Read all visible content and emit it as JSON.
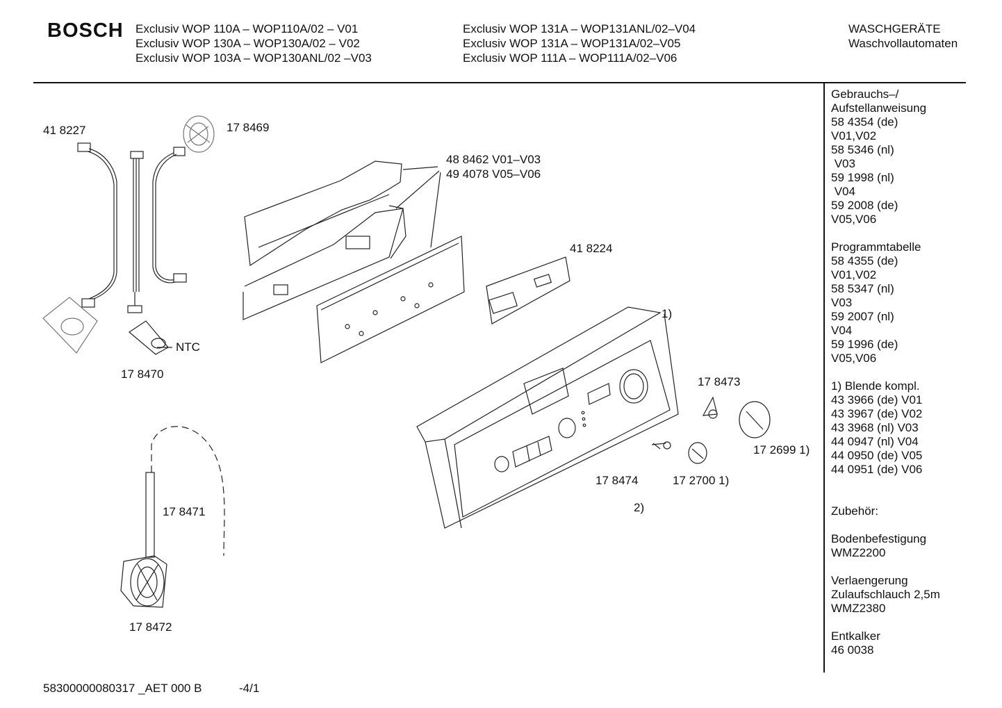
{
  "header": {
    "brand": "BOSCH",
    "models_col1": [
      "Exclusiv WOP 110A – WOP110A/02 – V01",
      "Exclusiv WOP 130A – WOP130A/02 – V02",
      "Exclusiv WOP 103A – WOP130ANL/02 –V03"
    ],
    "models_col2": [
      "Exclusiv WOP 131A – WOP131ANL/02–V04",
      "Exclusiv WOP 131A – WOP131A/02–V05",
      "Exclusiv WOP 111A – WOP111A/02–V06"
    ],
    "category": [
      "WASCHGERÄTE",
      "Waschvollautomaten"
    ]
  },
  "parts": {
    "p418227": "41 8227",
    "p178469": "17 8469",
    "p488462": "48 8462 V01–V03",
    "p494078": "49 4078 V05–V06",
    "p418224": "41 8224",
    "ntc": "NTC",
    "p178470": "17 8470",
    "note1": "1)",
    "p178473": "17 8473",
    "p172699": "17 2699 1)",
    "p178474": "17 8474",
    "p172700": "17 2700 1)",
    "note2": "2)",
    "p178471": "17 8471",
    "p178472": "17 8472"
  },
  "sidebar": {
    "gebrauch": [
      "Gebrauchs–/",
      "Aufstellanweisung",
      "58 4354 (de)",
      "V01,V02",
      "58 5346 (nl)",
      " V03",
      "59 1998 (nl)",
      " V04",
      "59 2008 (de)",
      "V05,V06"
    ],
    "programm": [
      "Programmtabelle",
      "58 4355 (de)",
      "V01,V02",
      "58 5347 (nl)",
      "V03",
      "59 2007 (nl)",
      "V04",
      "59 1996 (de)",
      "V05,V06"
    ],
    "blende": [
      "1) Blende kompl.",
      "43 3966 (de) V01",
      "43 3967 (de) V02",
      "43 3968 (nl) V03",
      "44 0947 (nl) V04",
      "44 0950 (de) V05",
      "44 0951 (de) V06"
    ],
    "zubehoer": [
      "Zubehör:"
    ],
    "boden": [
      "Bodenbefestigung",
      "WMZ2200"
    ],
    "verl": [
      "Verlaengerung",
      "Zulaufschlauch 2,5m",
      "WMZ2380"
    ],
    "entk": [
      "Entkalker",
      "46 0038"
    ]
  },
  "footer": {
    "code": "58300000080317 _AET 000 B",
    "page": "-4/1"
  }
}
